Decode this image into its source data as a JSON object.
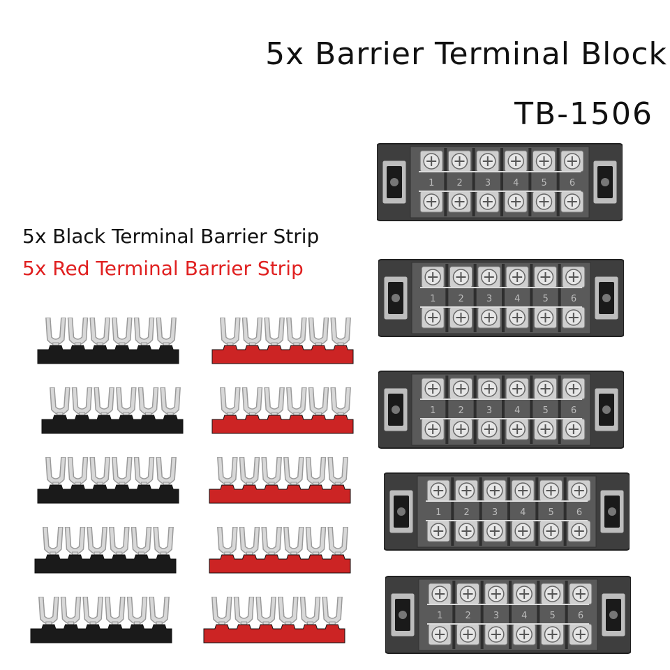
{
  "heading": {
    "title": "5x Barrier Terminal Block",
    "model": "TB-1506"
  },
  "description": {
    "black_strip": "5x Black Terminal Barrier Strip",
    "red_strip": "5x Red Terminal Barrier Strip"
  },
  "colors": {
    "black_strip": "#1a1a1a",
    "red_strip": "#cc2424",
    "red_text": "#e02020",
    "block_body": "#4a4a4a",
    "metal": "#d8d8d8"
  },
  "terminal_block": {
    "count": 5,
    "positions": [
      "1",
      "2",
      "3",
      "4",
      "5",
      "6"
    ]
  },
  "strips": {
    "black_count": 5,
    "red_count": 5,
    "forks_per_strip": 6
  }
}
